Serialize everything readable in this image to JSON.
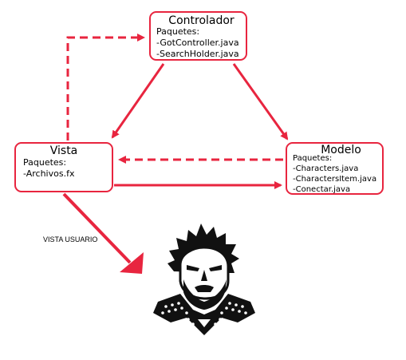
{
  "controlador": {
    "title": "Controlador",
    "lines": [
      "Paquetes:",
      "-GotController.java",
      "-SearchHolder.java"
    ]
  },
  "vista": {
    "title": "Vista",
    "lines": [
      "Paquetes:",
      "-Archivos.fx"
    ]
  },
  "modelo": {
    "title": "Modelo",
    "lines": [
      "Paquetes:",
      "-Characters.java",
      "-CharactersItem.java",
      "-Conectar.java"
    ]
  },
  "user_label": "VISTA USUARIO",
  "colors": {
    "arrow": "#e8253f",
    "border": "#e8253f"
  },
  "icons": {
    "user": "bearded-warrior-icon"
  }
}
